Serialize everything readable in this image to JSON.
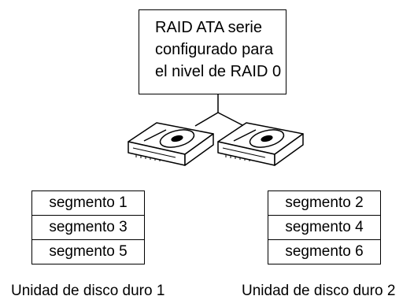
{
  "controller": {
    "lines": [
      "RAID ATA serie",
      "configurado para",
      "el nivel de RAID 0"
    ]
  },
  "drives": [
    {
      "label": "Unidad de disco duro 1",
      "segments": [
        "segmento 1",
        "segmento 3",
        "segmento 5"
      ]
    },
    {
      "label": "Unidad de disco duro 2",
      "segments": [
        "segmento 2",
        "segmento 4",
        "segmento 6"
      ]
    }
  ]
}
